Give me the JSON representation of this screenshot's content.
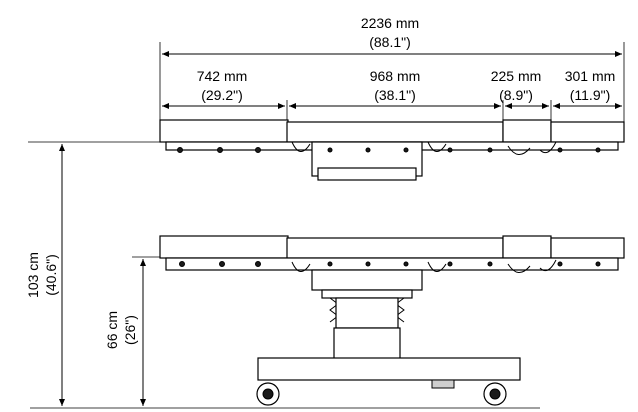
{
  "dimensions": {
    "total_length": {
      "mm": "2236 mm",
      "in": "(88.1\")"
    },
    "head_section": {
      "mm": "742 mm",
      "in": "(29.2\")"
    },
    "middle_section": {
      "mm": "968 mm",
      "in": "(38.1\")"
    },
    "leg_section_a": {
      "mm": "225 mm",
      "in": "(8.9\")"
    },
    "leg_section_b": {
      "mm": "301 mm",
      "in": "(11.9\")"
    },
    "max_height": {
      "cm": "103 cm",
      "in": "(40.6\")"
    },
    "min_height": {
      "cm": "66 cm",
      "in": "(26\")"
    }
  }
}
